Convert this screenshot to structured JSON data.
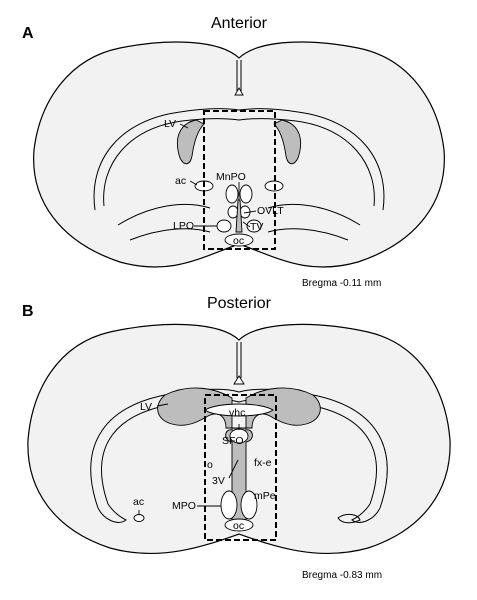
{
  "panels": [
    {
      "letter": "A",
      "title": "Anterior",
      "bregma": "Bregma -0.11 mm",
      "labels": {
        "lv": "LV",
        "ac": "ac",
        "mnpo": "MnPO",
        "ovlt": "OVLT",
        "lpo": "LPO",
        "tv": "TV",
        "oc": "oc"
      }
    },
    {
      "letter": "B",
      "title": "Posterior",
      "bregma": "Bregma -0.83 mm",
      "labels": {
        "lv": "LV",
        "vhc": "vhc",
        "sfo": "SFO",
        "o": "o",
        "fxe": "fx-e",
        "v3": "3V",
        "ac": "ac",
        "mpo": "MPO",
        "mpe": "mPe",
        "oc": "oc"
      }
    }
  ]
}
